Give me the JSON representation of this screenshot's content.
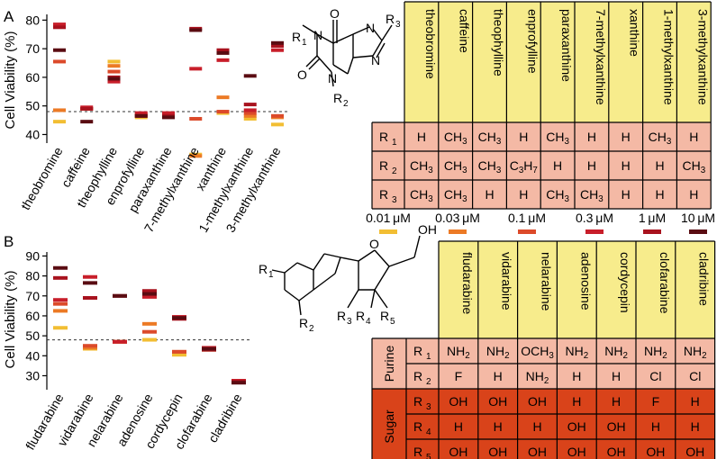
{
  "colors": {
    "dose_colors": [
      "#F2BE33",
      "#EC7A25",
      "#DC4A2A",
      "#C81E2A",
      "#A8121E",
      "#5A0C12"
    ],
    "header_fill": "#F7EC8C",
    "purine_fill": "#F4B9A5",
    "sugar_fill": "#D9431A"
  },
  "legend": {
    "entries": [
      "0.01 μM",
      "0.03 μM",
      "0.1 μM",
      "0.3 μM",
      "1 μM",
      "10 μM"
    ]
  },
  "panel_a": {
    "letter": "A",
    "ylabel": "Cell Viability (%)",
    "compounds": [
      "theobromine",
      "caffeine",
      "theophylline",
      "enprofylline",
      "paraxanthine",
      "7-methylxanthine",
      "xanthine",
      "1-methylxanthine",
      "3-methylxanthine"
    ],
    "structure_labels": {
      "r1": "R",
      "r1_sub": "1",
      "r2": "R",
      "r2_sub": "2",
      "r3": "R",
      "r3_sub": "3",
      "n_r1": "N",
      "n_r2": "N",
      "n_r3": "N",
      "n_ring": "N",
      "o_top": "O",
      "o_left": "O"
    },
    "table": {
      "rows": [
        {
          "label": "R",
          "sub": "1",
          "cells": [
            "H",
            "CH3",
            "CH3",
            "H",
            "CH3",
            "H",
            "H",
            "CH3",
            "H"
          ]
        },
        {
          "label": "R",
          "sub": "2",
          "cells": [
            "CH3",
            "CH3",
            "CH3",
            "C3H7",
            "H",
            "H",
            "H",
            "H",
            "CH3"
          ]
        },
        {
          "label": "R",
          "sub": "3",
          "cells": [
            "CH3",
            "CH3",
            "H",
            "H",
            "CH3",
            "CH3",
            "H",
            "H",
            "H"
          ]
        }
      ]
    }
  },
  "panel_b": {
    "letter": "B",
    "ylabel": "Cell Viability (%)",
    "compounds": [
      "fludarabine",
      "vidarabine",
      "nelarabine",
      "adenosine",
      "cordycepin",
      "clofarabine",
      "cladribine"
    ],
    "structure_labels": {
      "r1": "R",
      "r1_sub": "1",
      "r2": "R",
      "r2_sub": "2",
      "r3": "R",
      "r3_sub": "3",
      "r4": "R",
      "r4_sub": "4",
      "r5": "R",
      "r5_sub": "5",
      "oh": "OH",
      "o": "O"
    },
    "table": {
      "group_labels": [
        "Purine",
        "Sugar"
      ],
      "rows": [
        {
          "group": "Purine",
          "label": "R",
          "sub": "1",
          "cells": [
            "NH2",
            "NH2",
            "OCH3",
            "NH2",
            "NH2",
            "NH2",
            "NH2"
          ]
        },
        {
          "group": "Purine",
          "label": "R",
          "sub": "2",
          "cells": [
            "F",
            "H",
            "NH2",
            "H",
            "H",
            "Cl",
            "Cl"
          ]
        },
        {
          "group": "Sugar",
          "label": "R",
          "sub": "3",
          "cells": [
            "OH",
            "OH",
            "OH",
            "H",
            "H",
            "F",
            "H"
          ]
        },
        {
          "group": "Sugar",
          "label": "R",
          "sub": "4",
          "cells": [
            "H",
            "H",
            "H",
            "OH",
            "OH",
            "H",
            "H"
          ]
        },
        {
          "group": "Sugar",
          "label": "R",
          "sub": "5",
          "cells": [
            "OH",
            "OH",
            "OH",
            "OH",
            "OH",
            "OH",
            "OH"
          ]
        }
      ]
    }
  },
  "chart_data": [
    {
      "type": "scatter",
      "title": "",
      "xlabel": "",
      "ylabel": "Cell Viability (%)",
      "ylim": [
        37,
        82
      ],
      "yticks": [
        40,
        50,
        60,
        70,
        80
      ],
      "reference_line": 48,
      "categories": [
        "theobromine",
        "caffeine",
        "theophylline",
        "enprofylline",
        "paraxanthine",
        "7-methylxanthine",
        "xanthine",
        "1-methylxanthine",
        "3-methylxanthine"
      ],
      "series": [
        {
          "name": "0.01 μM",
          "values": [
            44.5,
            49,
            65.5,
            46,
            46.5,
            33,
            47.5,
            45.5,
            43.5
          ]
        },
        {
          "name": "0.03 μM",
          "values": [
            48.5,
            49,
            64,
            46.5,
            47,
            32.5,
            53,
            46.5,
            46
          ]
        },
        {
          "name": "0.1 μM",
          "values": [
            65.5,
            49,
            62,
            47,
            47,
            45.5,
            48,
            47.5,
            46.5
          ]
        },
        {
          "name": "0.3 μM",
          "values": [
            78.5,
            49.5,
            58.5,
            47.5,
            47.5,
            63,
            66,
            48.5,
            69.5
          ]
        },
        {
          "name": "1 μM",
          "values": [
            77.5,
            49,
            60,
            46.5,
            46.5,
            77,
            69.5,
            50.5,
            71
          ]
        },
        {
          "name": "10 μM",
          "values": [
            69.5,
            44.5,
            59.5,
            46.5,
            46,
            76.5,
            68.5,
            60.5,
            72
          ]
        }
      ]
    },
    {
      "type": "scatter",
      "title": "",
      "xlabel": "",
      "ylabel": "Cell Viability (%)",
      "ylim": [
        23,
        92
      ],
      "yticks": [
        30,
        40,
        50,
        60,
        70,
        80,
        90
      ],
      "reference_line": 48,
      "categories": [
        "fludarabine",
        "vidarabine",
        "nelarabine",
        "adenosine",
        "cordycepin",
        "clofarabine",
        "cladribine"
      ],
      "series": [
        {
          "name": "0.01 μM",
          "values": [
            54,
            43.5,
            47,
            48,
            40.5,
            43,
            27
          ]
        },
        {
          "name": "0.03 μM",
          "values": [
            62.5,
            44,
            47,
            56,
            42,
            43.5,
            27
          ]
        },
        {
          "name": "0.1 μM",
          "values": [
            66,
            45,
            47,
            52,
            42,
            43.5,
            27.5
          ]
        },
        {
          "name": "0.3 μM",
          "values": [
            68,
            79.5,
            47,
            69.5,
            59.5,
            44,
            27.5
          ]
        },
        {
          "name": "1 μM",
          "values": [
            79,
            69,
            70,
            72.5,
            58.5,
            43,
            27
          ]
        },
        {
          "name": "10 μM",
          "values": [
            84,
            76.5,
            70,
            71,
            59,
            43.5,
            26.5
          ]
        }
      ]
    }
  ]
}
